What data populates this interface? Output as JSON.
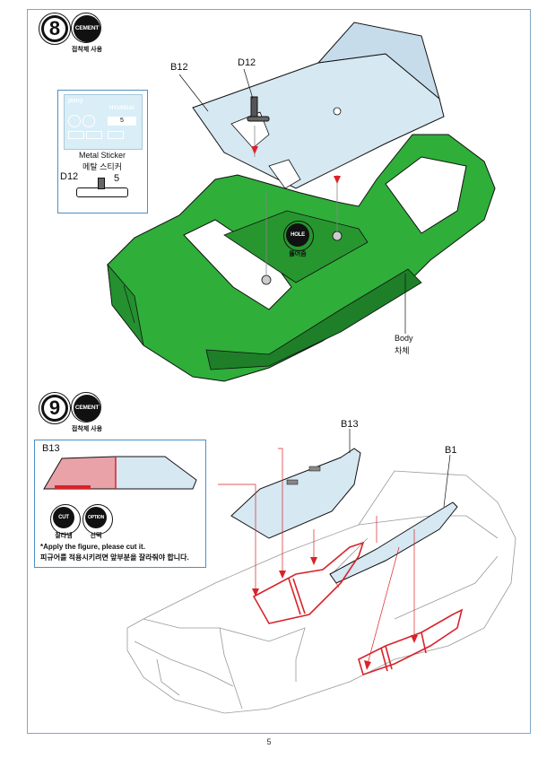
{
  "page_number": "5",
  "step8": {
    "number": "8",
    "badge": "CEMENT",
    "badge_caption": "접착제 사용",
    "labels": {
      "b12": "B12",
      "d12": "D12",
      "body": "Body",
      "body_kr": "차체"
    },
    "hole_badge": "HOLE",
    "hole_caption": "뚫어줌",
    "sticker": {
      "brand": "pony",
      "maker": "HYUNDAI",
      "box_number": "5",
      "caption": "Metal Sticker",
      "caption_kr": "메탈 스티커",
      "part_label": "D12",
      "part_number": "5"
    }
  },
  "step9": {
    "number": "9",
    "badge": "CEMENT",
    "badge_caption": "접착제 사용",
    "labels": {
      "b13": "B13",
      "b1": "B1"
    },
    "inset": {
      "part_label": "B13",
      "cut_badge": "CUT",
      "cut_caption": "잘라냄",
      "option_badge": "OPTION",
      "option_caption": "선택",
      "note": "*Apply the figure, please cut it.",
      "note_kr": "피규어를 적용시키려면 앞부분을 잘라줘야 합니다."
    }
  },
  "colors": {
    "body_green": "#2fae3a",
    "body_green_dark": "#1e7f28",
    "glass": "#d6e8f2",
    "frame_blue": "#7fa6c8",
    "red_line": "#d9232a",
    "pink": "#e8a2a8"
  }
}
